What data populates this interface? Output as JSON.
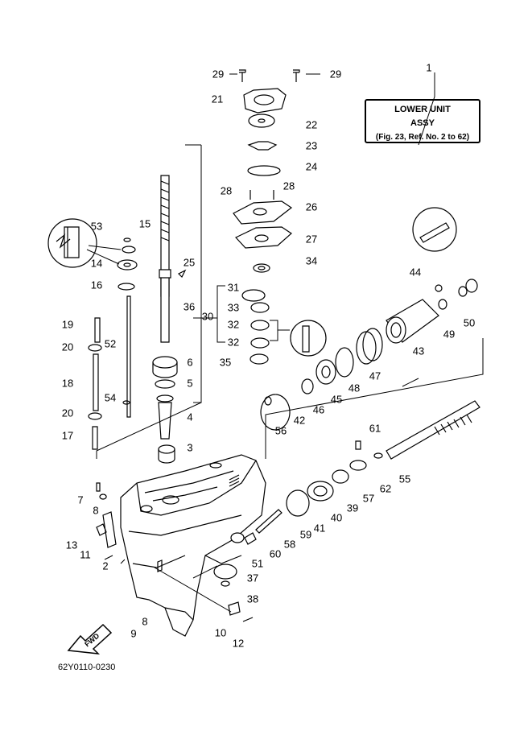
{
  "assy_box": {
    "ref": "1",
    "line1": "LOWER UNIT",
    "line2": "ASSY",
    "line3": "(Fig. 23, Ref. No. 2 to 62)"
  },
  "drawing_code": "62Y0110-0230",
  "fwd_label": "FWD",
  "part_numbers": [
    "29",
    "29",
    "21",
    "22",
    "23",
    "24",
    "28",
    "28",
    "26",
    "27",
    "34",
    "31",
    "33",
    "30",
    "32",
    "32",
    "35",
    "25",
    "36",
    "6",
    "5",
    "4",
    "3",
    "53",
    "15",
    "14",
    "16",
    "19",
    "52",
    "20",
    "18",
    "54",
    "20",
    "17",
    "7",
    "8",
    "13",
    "11",
    "2",
    "8",
    "9",
    "10",
    "12",
    "51",
    "37",
    "38",
    "60",
    "58",
    "59",
    "41",
    "40",
    "39",
    "57",
    "61",
    "62",
    "55",
    "56",
    "42",
    "46",
    "45",
    "48",
    "47",
    "43",
    "44",
    "49",
    "50"
  ]
}
